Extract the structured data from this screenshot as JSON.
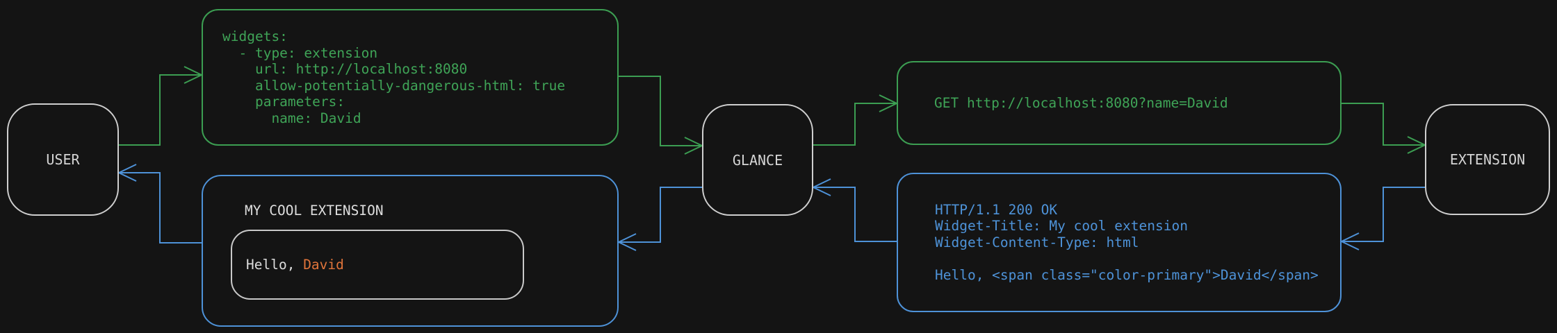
{
  "colors": {
    "background": "#141414",
    "request_green": "#3c9e52",
    "response_blue": "#4e92d8",
    "node_border": "#cfcfcf",
    "node_text": "#d5d5d5",
    "inner_box_border": "#c9c9c9",
    "light_text": "#dedede",
    "accent_orange": "#e0743a"
  },
  "nodes": {
    "user": "USER",
    "glance": "GLANCE",
    "extension": "EXTENSION"
  },
  "config_box": {
    "lines": [
      "widgets:",
      "  - type: extension",
      "    url: http://localhost:8080",
      "    allow-potentially-dangerous-html: true",
      "    parameters:",
      "      name: David"
    ]
  },
  "request_box": {
    "text": "GET http://localhost:8080?name=David"
  },
  "response_box": {
    "lines": [
      "HTTP/1.1 200 OK",
      "Widget-Title: My cool extension",
      "Widget-Content-Type: html",
      "",
      "Hello, <span class=\"color-primary\">David</span>"
    ]
  },
  "widget_preview": {
    "title": "MY COOL EXTENSION",
    "greeting_prefix": "Hello, ",
    "greeting_name": "David"
  }
}
